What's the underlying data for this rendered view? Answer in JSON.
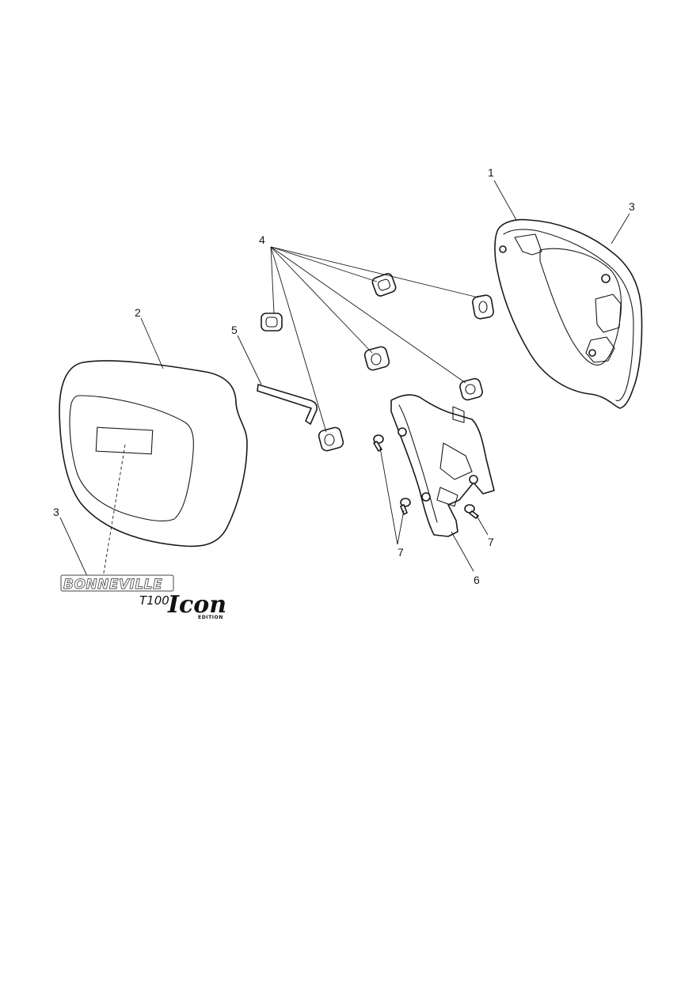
{
  "callouts": {
    "c1": "1",
    "c2": "2",
    "c3_left": "3",
    "c3_right": "3",
    "c4": "4",
    "c5": "5",
    "c6": "6",
    "c7_left": "7",
    "c7_right": "7"
  },
  "logo": {
    "line1": "BONNEVILLE",
    "line2": "T100",
    "line3": "Icon",
    "line4": "EDITION"
  }
}
